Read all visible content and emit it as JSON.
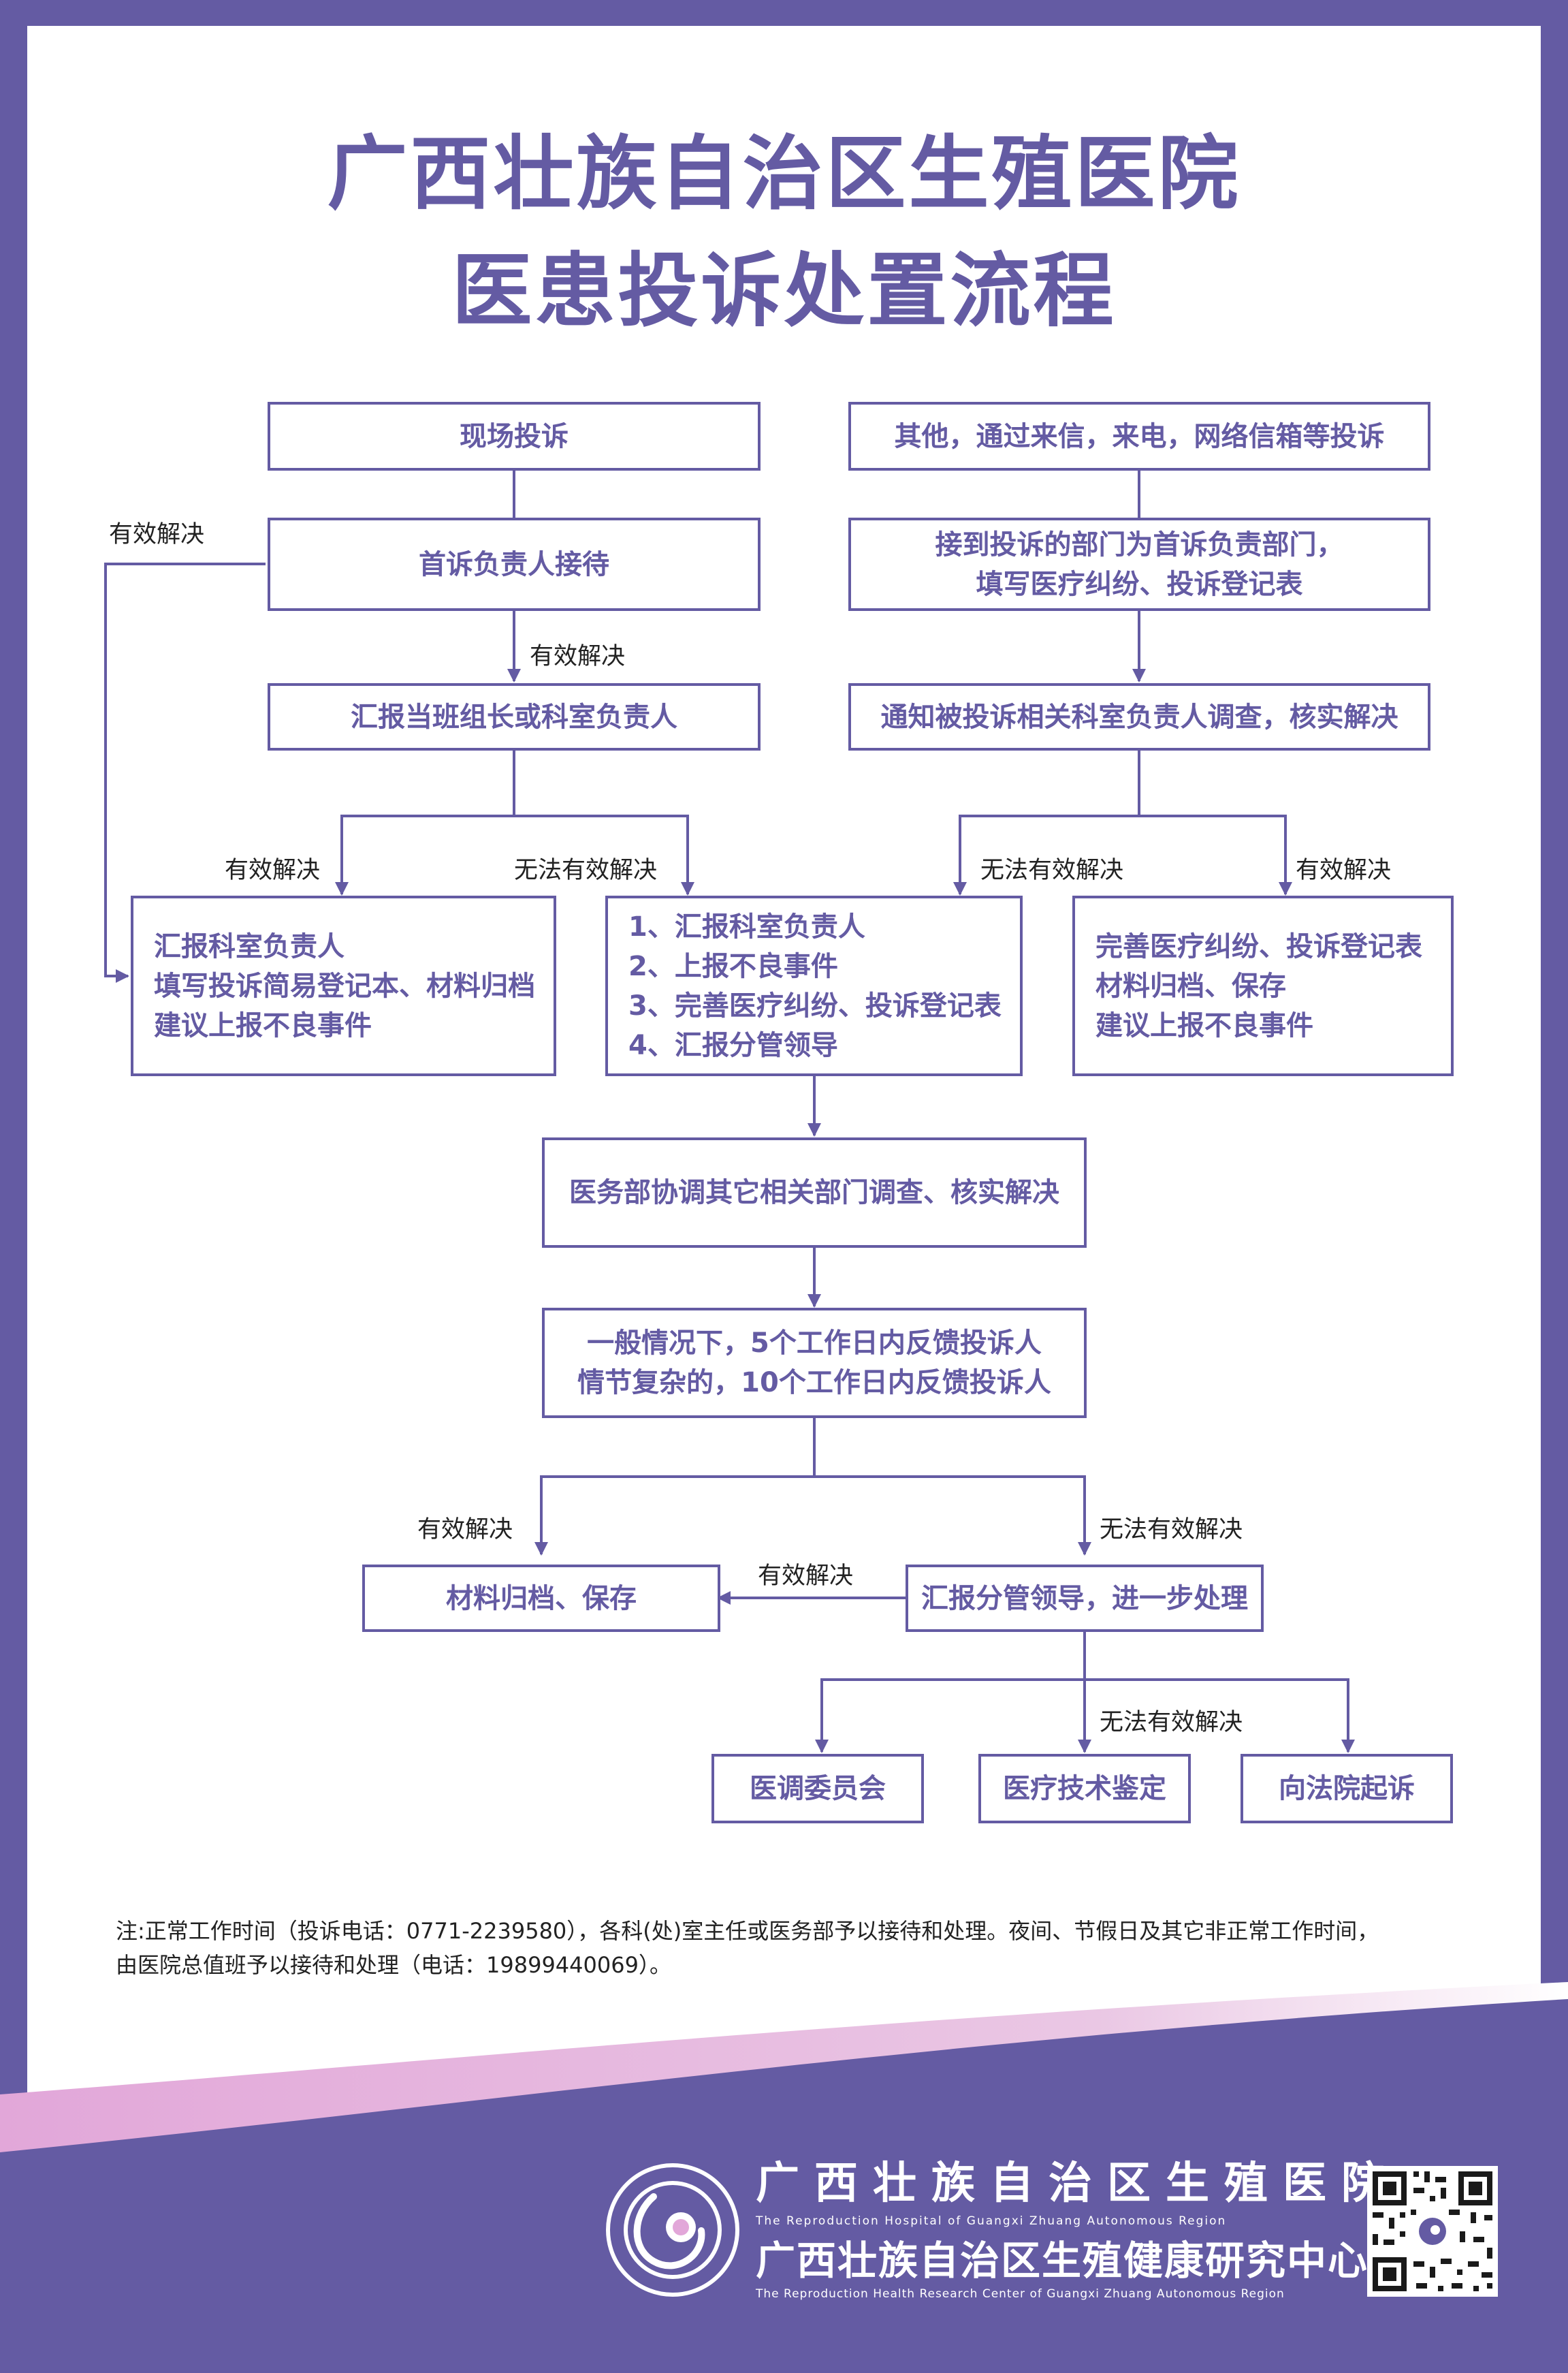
{
  "title": {
    "line1": "广西壮族自治区生殖医院",
    "line2": "医患投诉处置流程"
  },
  "boxes": {
    "onsite": "现场投诉",
    "other": "其他，通过来信，来电，网络信箱等投诉",
    "first_receiver": "首诉负责人接待",
    "dept_receive": [
      "接到投诉的部门为首诉负责部门，",
      "填写医疗纠纷、投诉登记表"
    ],
    "report_leader": "汇报当班组长或科室负责人",
    "notify_dept": "通知被投诉相关科室负责人调查，核实解决",
    "left_result": [
      "汇报科室负责人",
      "填写投诉简易登记本、材料归档",
      "建议上报不良事件"
    ],
    "mid_result": [
      "1、汇报科室负责人",
      "2、上报不良事件",
      "3、完善医疗纠纷、投诉登记表",
      "4、汇报分管领导"
    ],
    "right_result": [
      "完善医疗纠纷、投诉登记表",
      "材料归档、保存",
      "建议上报不良事件"
    ],
    "medical_affairs": "医务部协调其它相关部门调查、核实解决",
    "feedback": [
      "一般情况下，5个工作日内反馈投诉人",
      "情节复杂的，10个工作日内反馈投诉人"
    ],
    "archive": "材料归档、保存",
    "report_supervisor": "汇报分管领导，进一步处理",
    "mediation": "医调委员会",
    "appraisal": "医疗技术鉴定",
    "court": "向法院起诉"
  },
  "labels": {
    "effective": "有效解决",
    "ineffective": "无法有效解决"
  },
  "note": {
    "line1": "注:正常工作时间（投诉电话：0771-2239580），各科(处)室主任或医务部予以接待和处理。夜间、节假日及其它非正常工作时间，",
    "line2": "由医院总值班予以接待和处理（电话：19899440069）。"
  },
  "footer": {
    "name_cn": "广西壮族自治区生殖医院",
    "name_en": "The Reproduction Hospital of Guangxi Zhuang Autonomous Region",
    "center_cn": "广西壮族自治区生殖健康研究中心",
    "center_en": "The Reproduction Health Research Center of Guangxi Zhuang Autonomous Region"
  },
  "colors": {
    "brand_purple": "#645ba3",
    "accent_pink": "#e2a7d9",
    "text_dark": "#222222",
    "background": "#ffffff"
  }
}
